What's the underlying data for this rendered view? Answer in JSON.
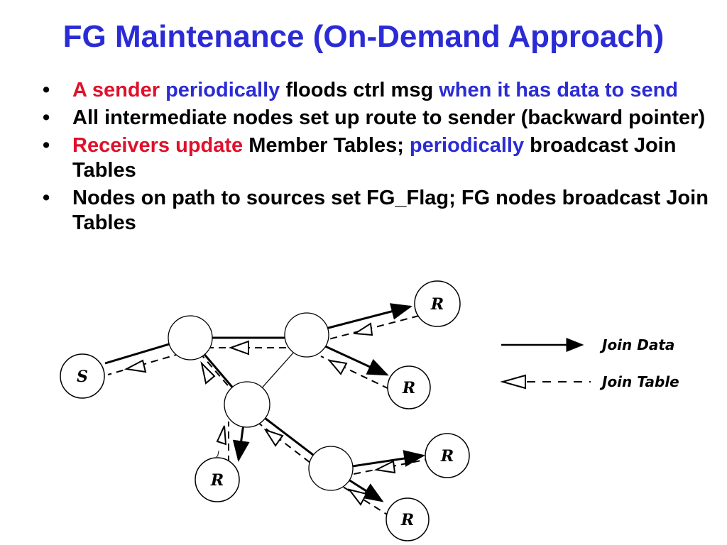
{
  "title": "FG Maintenance (On-Demand Approach)",
  "bullets": [
    {
      "marker": "•",
      "segments": [
        {
          "text": "A sender",
          "color": "red"
        },
        {
          "text": " periodically",
          "color": "blue"
        },
        {
          "text": " floods ctrl msg",
          "color": "black"
        },
        {
          "text": " when it has data to send",
          "color": "blue"
        }
      ]
    },
    {
      "marker": "•",
      "segments": [
        {
          "text": "All intermediate nodes set up route to sender (backward pointer)",
          "color": "black"
        }
      ]
    },
    {
      "marker": "•",
      "segments": [
        {
          "text": "Receivers update",
          "color": "red"
        },
        {
          "text": " Member Tables;",
          "color": "black"
        },
        {
          "text": " periodically",
          "color": "blue"
        },
        {
          "text": " broadcast Join Tables",
          "color": "black"
        }
      ]
    },
    {
      "marker": "•",
      "segments": [
        {
          "text": "Nodes on path to sources set FG_Flag; FG nodes broadcast Join Tables",
          "color": "black"
        }
      ]
    }
  ],
  "colors": {
    "red": "#e0102b",
    "blue": "#2b2bd6",
    "black": "#000000"
  },
  "diagram": {
    "sender_label": "S",
    "receiver_label": "R",
    "small_mark": "J",
    "legend": {
      "join_data": "Join Data",
      "join_table": "Join Table"
    }
  }
}
